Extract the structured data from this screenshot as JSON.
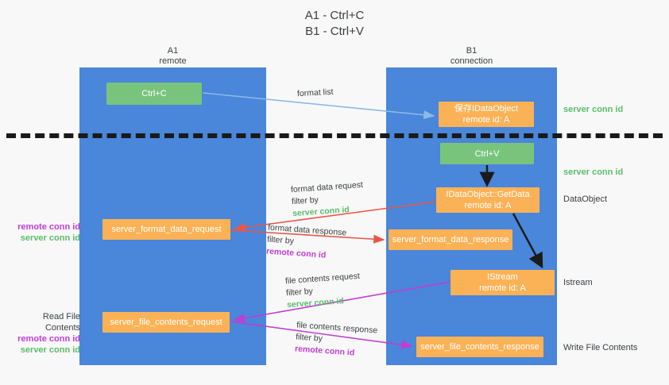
{
  "title": {
    "line1": "A1 - Ctrl+C",
    "line2": "B1 - Ctrl+V"
  },
  "lanes": [
    {
      "name": "A1",
      "role": "remote"
    },
    {
      "name": "B1",
      "role": "connection"
    }
  ],
  "boxes": {
    "ctrl_c": "Ctrl+C",
    "save_idataobject_l1": "保存IDataObject",
    "save_idataobject_l2": "remote id: A",
    "ctrl_v": "Ctrl+V",
    "getdata_l1": "IDataObject::GetData",
    "getdata_l2": "remote id: A",
    "istream_l1": "IStream",
    "istream_l2": "remote id: A",
    "server_format_data_request": "server_format_data_request",
    "server_format_data_response": "server_format_data_response",
    "server_file_contents_request": "server_file_contents_request",
    "server_file_contents_response": "server_file_contents_response"
  },
  "right_labels": {
    "server_conn_id_top": "server conn id",
    "server_conn_id_mid": "server conn id",
    "dataobject": "DataObject",
    "istream": "Istream",
    "write_file_contents": "Write File Contents"
  },
  "left_labels": {
    "remote_conn_id_1": "remote conn id",
    "server_conn_id_1": "server conn id",
    "read_file_contents": "Read File Contents",
    "remote_conn_id_2": "remote conn id",
    "server_conn_id_2": "server conn id"
  },
  "edge_labels": {
    "format_list": "format list",
    "format_data_request": "format data request",
    "format_data_request_filter_prefix": "filter by ",
    "format_data_request_filter_key": "server conn id",
    "format_data_response": "format data response",
    "format_data_response_filter_prefix": "filter by ",
    "format_data_response_filter_key": "remote conn id",
    "file_contents_request": "file contents request",
    "file_contents_request_filter_prefix": "filter by ",
    "file_contents_request_filter_key": "server conn id",
    "file_contents_response": "file contents response",
    "file_contents_response_filter_prefix": "filter by ",
    "file_contents_response_filter_key": "remote conn id"
  },
  "colors": {
    "lane": "#4a86d9",
    "green_box": "#79c47d",
    "orange_box": "#fbb256",
    "green_text": "#5bbd6b",
    "purple_text": "#c13dd4",
    "arrow_blue": "#8bb9e8",
    "arrow_red": "#e8574a",
    "arrow_magenta": "#c13dd4",
    "arrow_black": "#1a1a1a",
    "background": "#f8f8f8"
  }
}
